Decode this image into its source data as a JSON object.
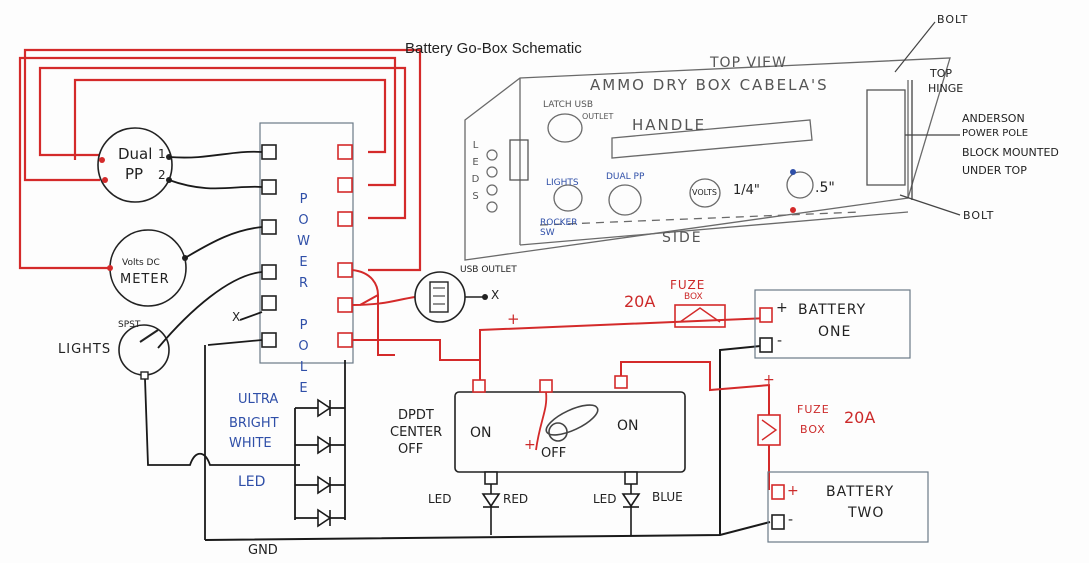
{
  "title": "Battery Go-Box Schematic",
  "top_view": "TOP VIEW",
  "box_name": "AMMO DRY BOX CABELA'S",
  "latch_usb": "LATCH USB",
  "usb_outlet_small": "OUTLET",
  "handle": "HANDLE",
  "side": "SIDE",
  "leds_vertical": "LEDS",
  "lights_switch": "LIGHTS",
  "rocker": "ROCKER SW",
  "dual_pp_small": "DUAL PP",
  "volts_small": "VOLTS",
  "dim_a": "1/4\"",
  "dim_b": ".5\"",
  "bolt_top": "BOLT",
  "bolt_bottom": "BOLT",
  "top_hinge_1": "TOP",
  "top_hinge_2": "HINGE",
  "anderson_1": "ANDERSON",
  "anderson_2": "POWER POLE",
  "anderson_3": "BLOCK MOUNTED",
  "anderson_4": "UNDER TOP",
  "dual_pp_1": "Dual",
  "dual_pp_2": "PP",
  "pin_1": "1",
  "pin_2": "2",
  "meter_1": "Volts DC",
  "meter_2": "METER",
  "power_pole": "POWER POLE",
  "usb_outlet": "USB OUTLET",
  "x_mark": "X",
  "spst": "SPST",
  "lights": "LIGHTS",
  "led_type_1": "ULTRA",
  "led_type_2": "BRIGHT",
  "led_type_3": "WHITE",
  "led_type_4": "LED",
  "gnd": "GND",
  "dpdt_1": "DPDT",
  "dpdt_2": "CENTER",
  "dpdt_3": "OFF",
  "on_left": "ON",
  "on_right": "ON",
  "off": "OFF",
  "plus": "+",
  "led_red_1": "LED",
  "led_red_2": "RED",
  "led_blue_1": "LED",
  "led_blue_2": "BLUE",
  "fuse_1_amp": "20A",
  "fuse_1_label_1": "FUZE",
  "fuse_1_label_2": "BOX",
  "fuse_2_amp": "20A",
  "fuse_2_label_1": "FUZE",
  "fuse_2_label_2": "BOX",
  "battery_one_1": "BATTERY",
  "battery_one_2": "ONE",
  "battery_two_1": "BATTERY",
  "battery_two_2": "TWO",
  "plus_sign": "+",
  "minus_sign": "-",
  "colors": {
    "red_wire": "#d42a2a",
    "black_wire": "#1a1a1a",
    "blue_ink": "#2f4fa8",
    "pencil": "#666666"
  }
}
